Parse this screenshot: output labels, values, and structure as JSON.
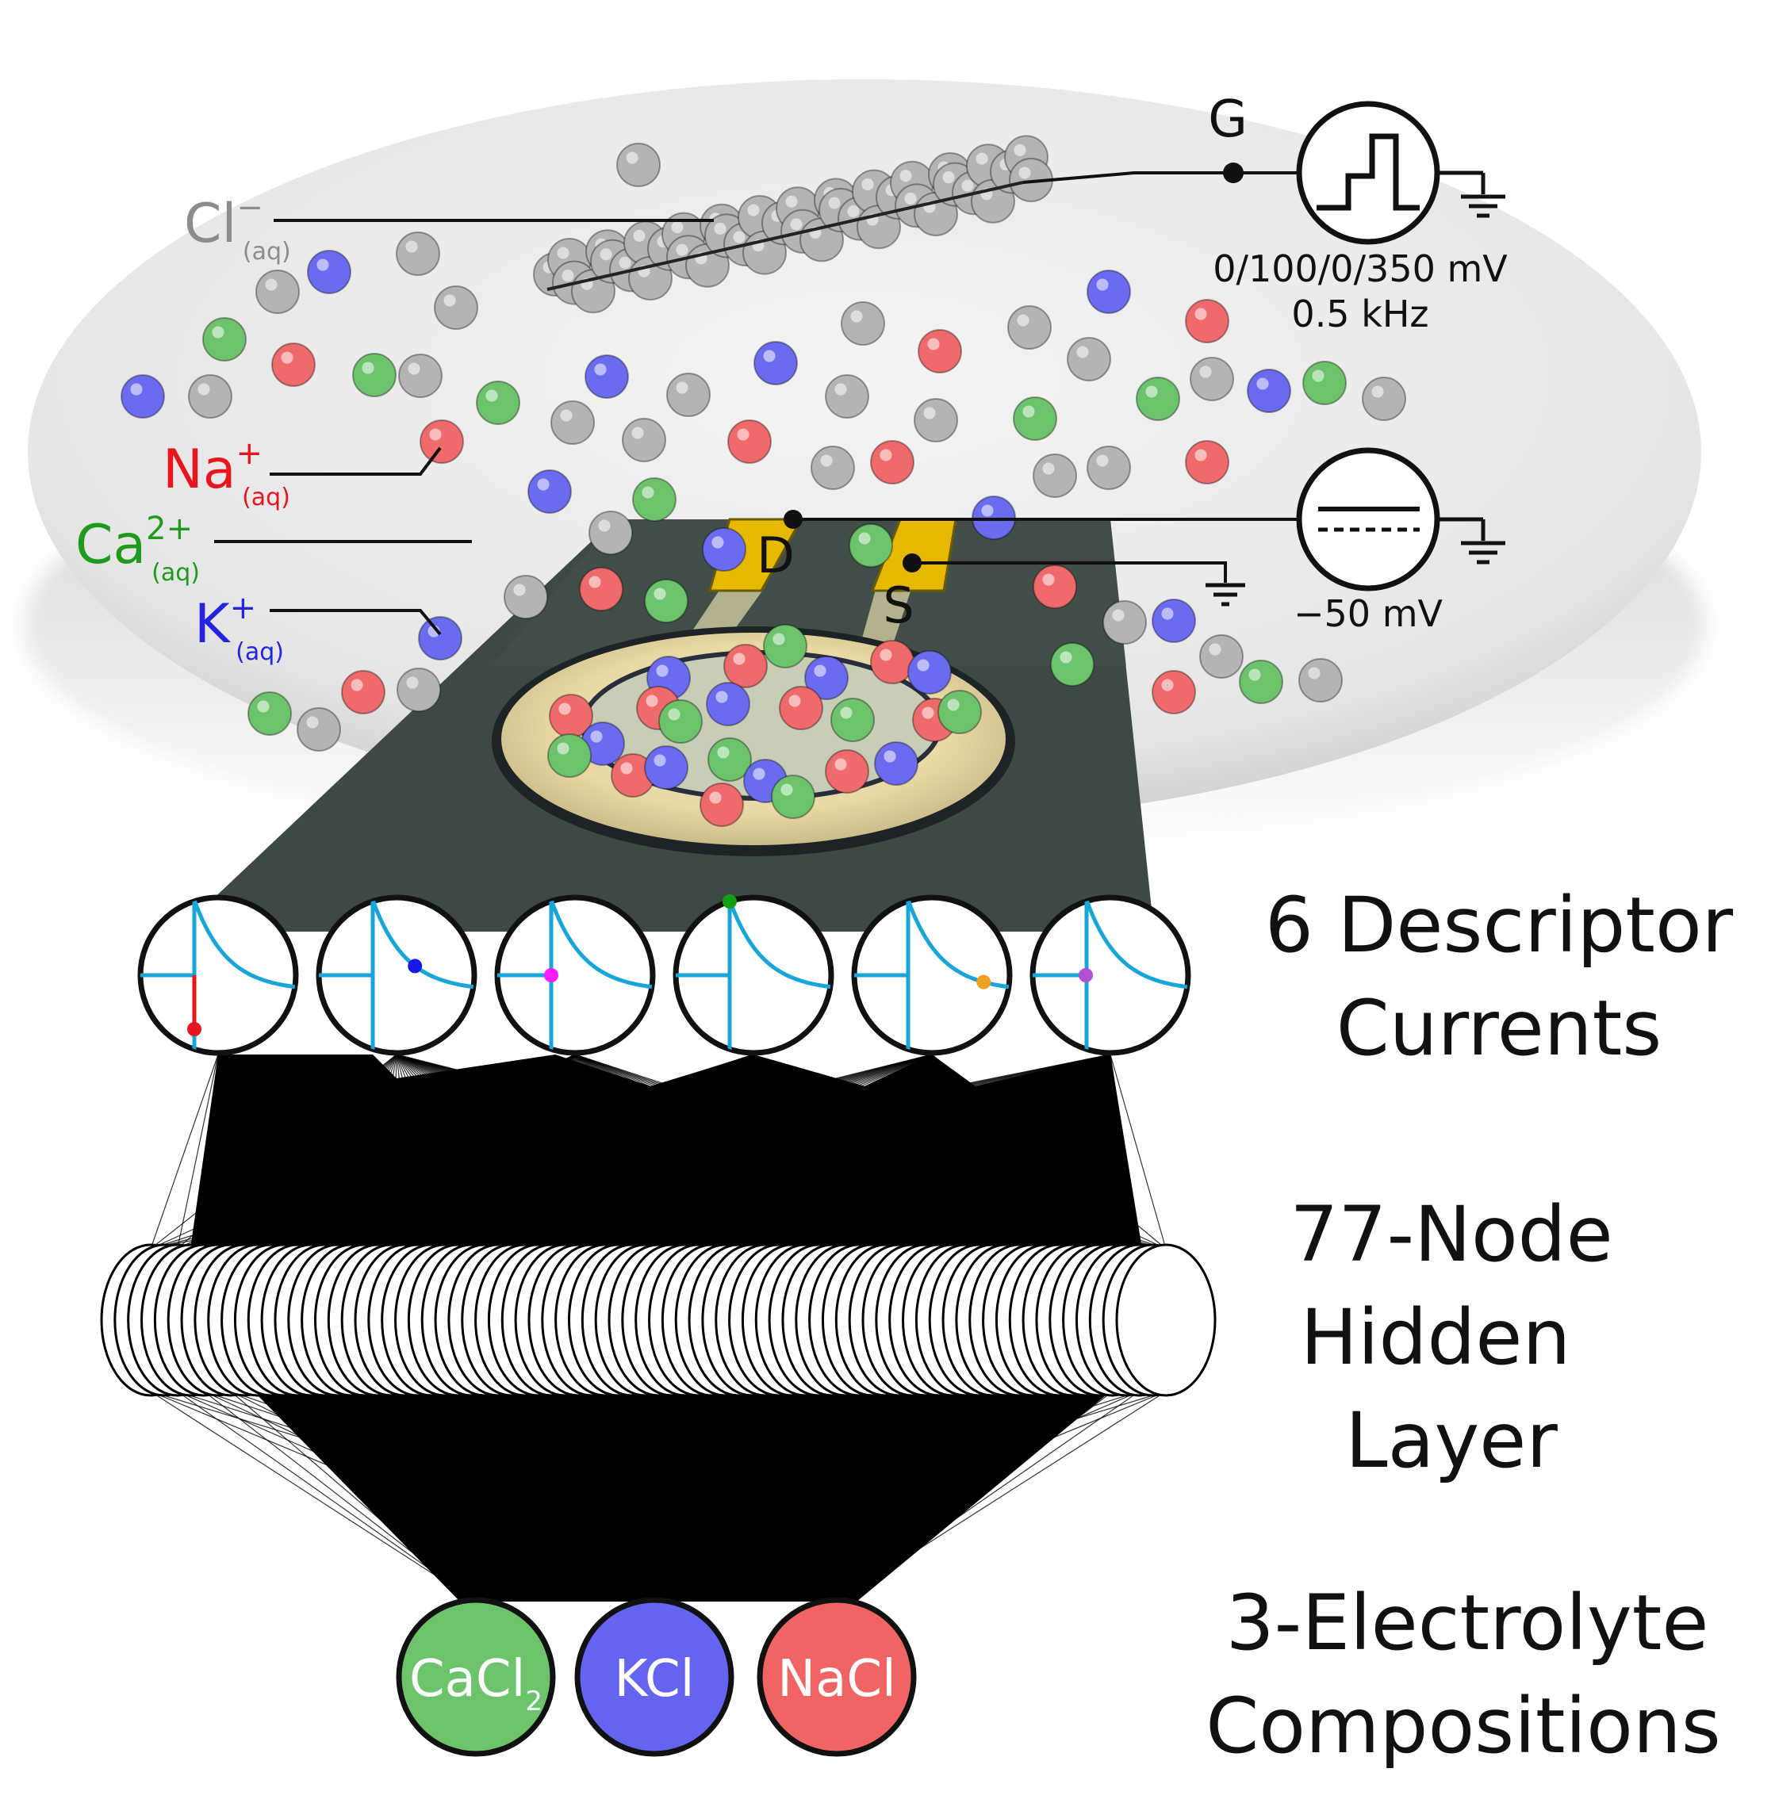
{
  "ions": {
    "cl": {
      "base": "Cl",
      "sup": "−",
      "sub": "(aq)",
      "color": "#8c8c8c"
    },
    "na": {
      "base": "Na",
      "sup": "+",
      "sub": "(aq)",
      "color": "#e8141e"
    },
    "ca": {
      "base": "Ca",
      "sup": "2+",
      "sub": "(aq)",
      "color": "#1f9a1f"
    },
    "k": {
      "base": "K",
      "sup": "+",
      "sub": "(aq)",
      "color": "#2424e0"
    }
  },
  "ball_colors": {
    "gray": "#b4b4b4",
    "red": "#ef6a6a",
    "green": "#6cc36c",
    "blue": "#6b6bf0"
  },
  "gate": {
    "label": "G",
    "voltage": "0/100/0/350 mV",
    "frequency": "0.5 kHz",
    "source_icon": "pulse-source-icon"
  },
  "drain_source": {
    "drain_label": "D",
    "source_label": "S",
    "voltage": "−50 mV",
    "source_icon": "dc-source-icon"
  },
  "descriptor_markers": [
    "#e8141e",
    "#1a1ae6",
    "#ff1aff",
    "#12a012",
    "#f0a020",
    "#b050d0"
  ],
  "curve_color": "#1aa5d8",
  "labels": {
    "descriptors": [
      "6 Descriptor",
      "Currents"
    ],
    "hidden": [
      "77-Node",
      "Hidden",
      "Layer"
    ],
    "outputs": [
      "3-Electrolyte",
      "Compositions"
    ]
  },
  "outputs": [
    {
      "base": "CaCl",
      "sub": "2",
      "color": "#6cc36c"
    },
    {
      "base": "KCl",
      "sub": "",
      "color": "#6464f0"
    },
    {
      "base": "NaCl",
      "sub": "",
      "color": "#f06464"
    }
  ]
}
